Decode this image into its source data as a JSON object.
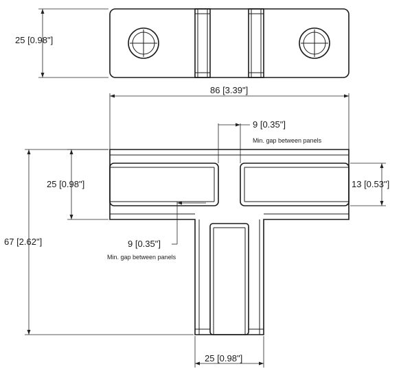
{
  "dimensions": {
    "top_height": "25 [0.98\"]",
    "overall_width": "86 [3.39\"]",
    "top_gap": "9 [0.35\"]",
    "top_gap_note": "Min. gap between panels",
    "inner_height": "25 [0.98\"]",
    "slot_height": "13 [0.53\"]",
    "overall_height": "67 [2.62\"]",
    "bottom_gap": "9 [0.35\"]",
    "bottom_gap_note": "Min. gap between panels",
    "stem_width": "25 [0.98\"]"
  },
  "icons": [
    "bolt-hole-icon",
    "bolt-hole-icon"
  ]
}
